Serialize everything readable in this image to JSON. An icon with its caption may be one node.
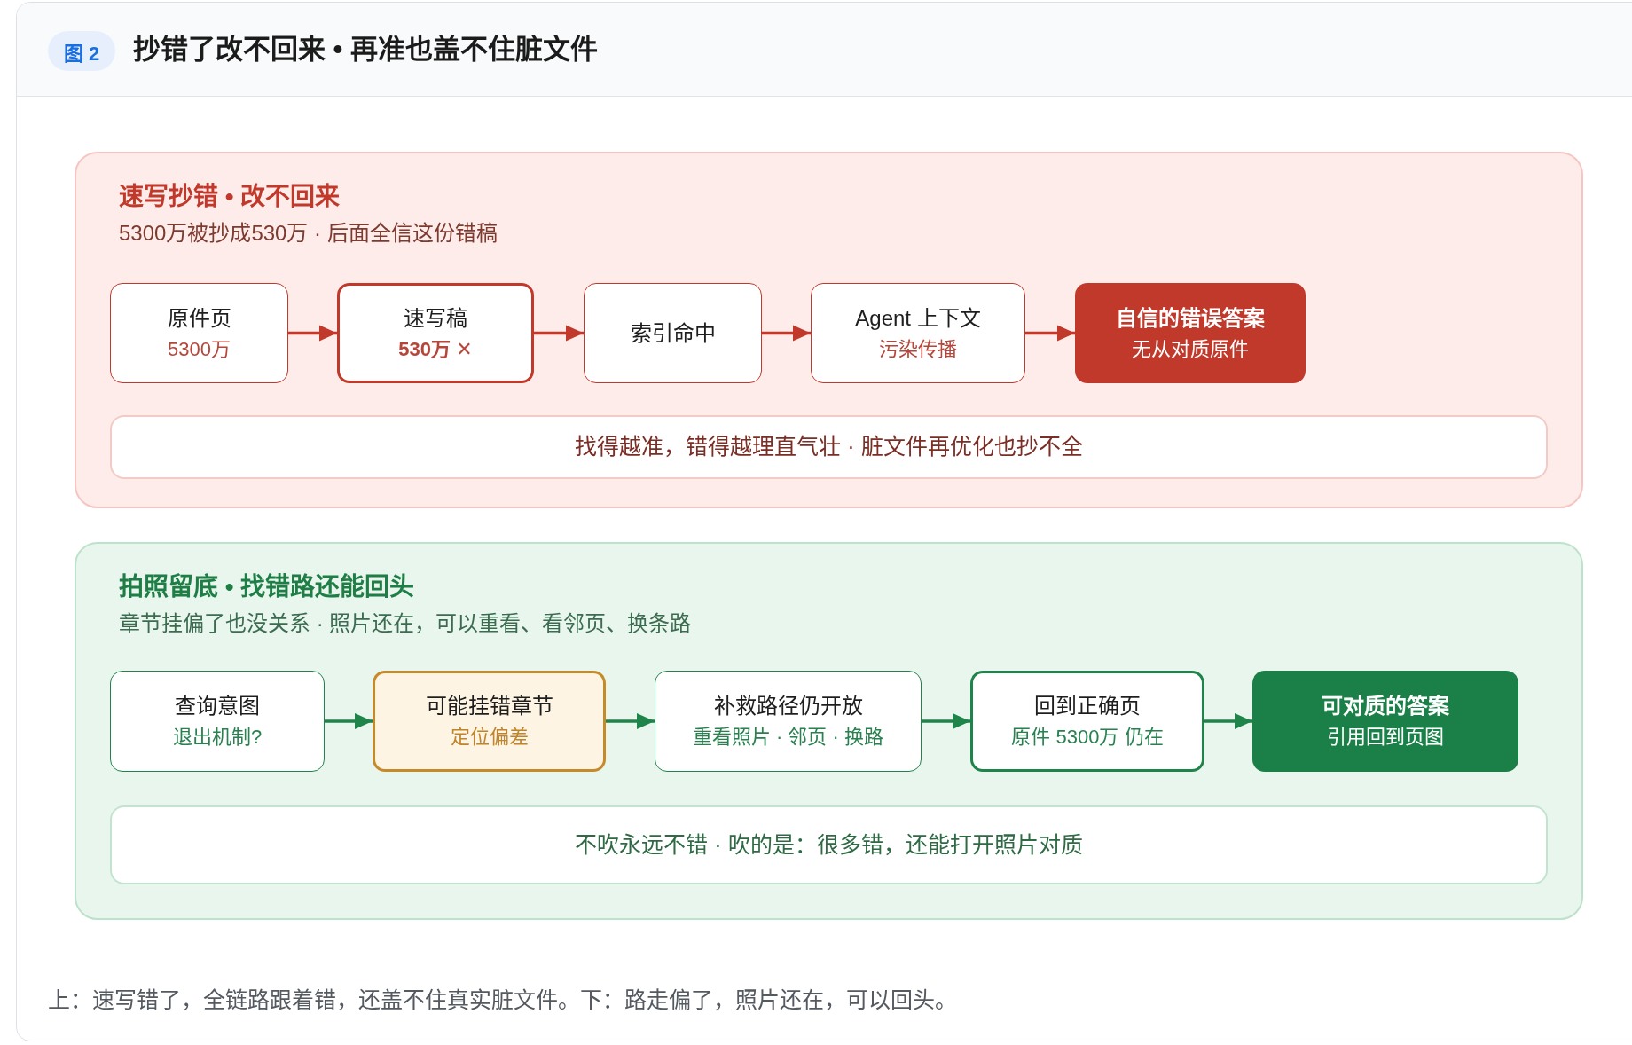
{
  "diagram": {
    "title": "抄错了改不回来 • 再准也盖不住脏文件",
    "caption": "上：速写错了，全链路跟着错，还盖不住真实脏文件。下：路走偏了，照片还在，可以回头。",
    "nodes": [
      {
        "text": [
          "速写抄错 • 改不回来",
          "5300万被抄成530万 · 后面全信这份错稿"
        ]
      },
      {
        "text": [
          "原件页",
          "5300万"
        ],
        "in": 0
      },
      {
        "text": [
          "速写稿",
          "530万 ✕"
        ],
        "in": 0
      },
      {
        "text": [
          "索引命中"
        ],
        "in": 0
      },
      {
        "text": [
          "Agent 上下文",
          "污染传播"
        ],
        "in": 0
      },
      {
        "text": [
          "自信的错误答案",
          "无从对质原件"
        ],
        "in": 0
      },
      {
        "text": [
          "找得越准，错得越理直气壮 · 脏文件再优化也抄不全"
        ],
        "in": 0
      },
      {
        "text": [
          "拍照留底 • 找错路还能回头",
          "章节挂偏了也没关系 · 照片还在，可以重看、看邻页、换条路"
        ]
      },
      {
        "text": [
          "查询意图",
          "退出机制?"
        ],
        "in": 7
      },
      {
        "text": [
          "可能挂错章节",
          "定位偏差"
        ],
        "in": 7
      },
      {
        "text": [
          "补救路径仍开放",
          "重看照片 · 邻页 · 换路"
        ],
        "in": 7
      },
      {
        "text": [
          "回到正确页",
          "原件 5300万 仍在"
        ],
        "in": 7
      },
      {
        "text": [
          "可对质的答案",
          "引用回到页图"
        ],
        "in": 7
      },
      {
        "text": [
          "不吹永远不错 · 吹的是：很多错，还能打开照片对质"
        ],
        "in": 7
      }
    ],
    "edges": [
      {
        "from": 1,
        "to": 2,
        "arrow": "to",
        "color": "#c0392b"
      },
      {
        "from": 2,
        "to": 3,
        "arrow": "to",
        "color": "#c0392b"
      },
      {
        "from": 3,
        "to": 4,
        "arrow": "to",
        "color": "#c0392b"
      },
      {
        "from": 4,
        "to": 5,
        "arrow": "to",
        "color": "#c0392b"
      },
      {
        "from": 8,
        "to": 9,
        "arrow": "to",
        "color": "#1e8449"
      },
      {
        "from": 9,
        "to": 10,
        "arrow": "to",
        "color": "#1e8449"
      },
      {
        "from": 10,
        "to": 11,
        "arrow": "to",
        "color": "#1e8449"
      },
      {
        "from": 11,
        "to": 12,
        "arrow": "to",
        "color": "#1e8449"
      }
    ],
    "labels": [
      "图 2"
    ]
  }
}
